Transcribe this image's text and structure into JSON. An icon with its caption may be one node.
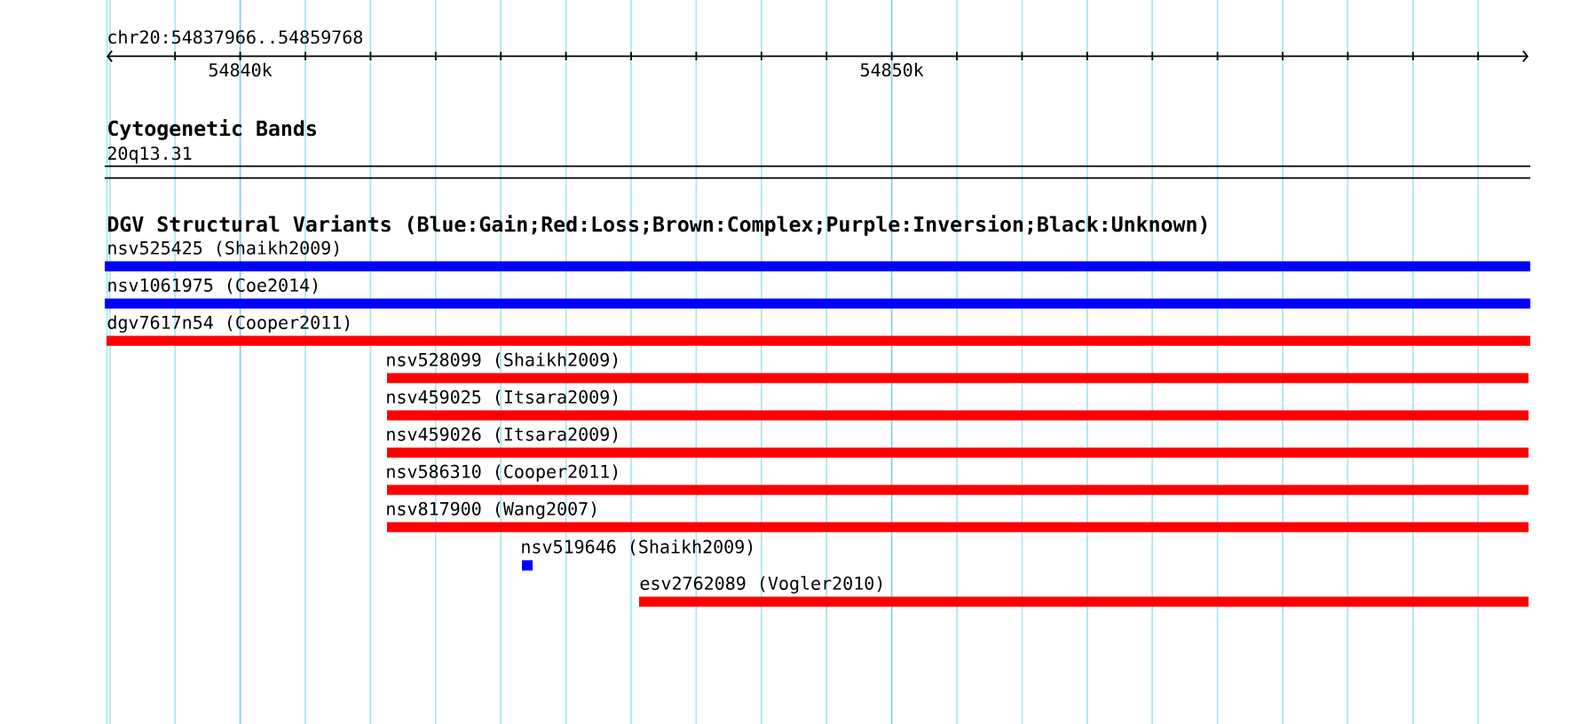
{
  "diagram": {
    "nodes": [
      {
        "text": [
          "20q13.31"
        ]
      },
      {
        "text": [
          "nsv525425 (Shaikh2009)"
        ]
      },
      {
        "text": [
          "nsv1061975 (Coe2014)"
        ]
      },
      {
        "text": [
          "dgv7617n54 (Cooper2011)"
        ]
      },
      {
        "text": [
          "nsv528099 (Shaikh2009)"
        ]
      },
      {
        "text": [
          "nsv459025 (Itsara2009)"
        ]
      },
      {
        "text": [
          "nsv459026 (Itsara2009)"
        ]
      },
      {
        "text": [
          "nsv586310 (Cooper2011)"
        ]
      },
      {
        "text": [
          "nsv817900 (Wang2007)"
        ]
      },
      {
        "text": [
          "nsv519646 (Shaikh2009)"
        ]
      },
      {
        "text": [
          "esv2762089 (Vogler2010)"
        ]
      }
    ],
    "labels": [
      "chr20:54837966..54859768",
      "54840k",
      "54850k",
      "Cytogenetic Bands",
      "DGV Structural Variants (Blue:Gain;Red:Loss;Brown:Complex;Purple:Inversion;Black:Unknown)"
    ]
  }
}
